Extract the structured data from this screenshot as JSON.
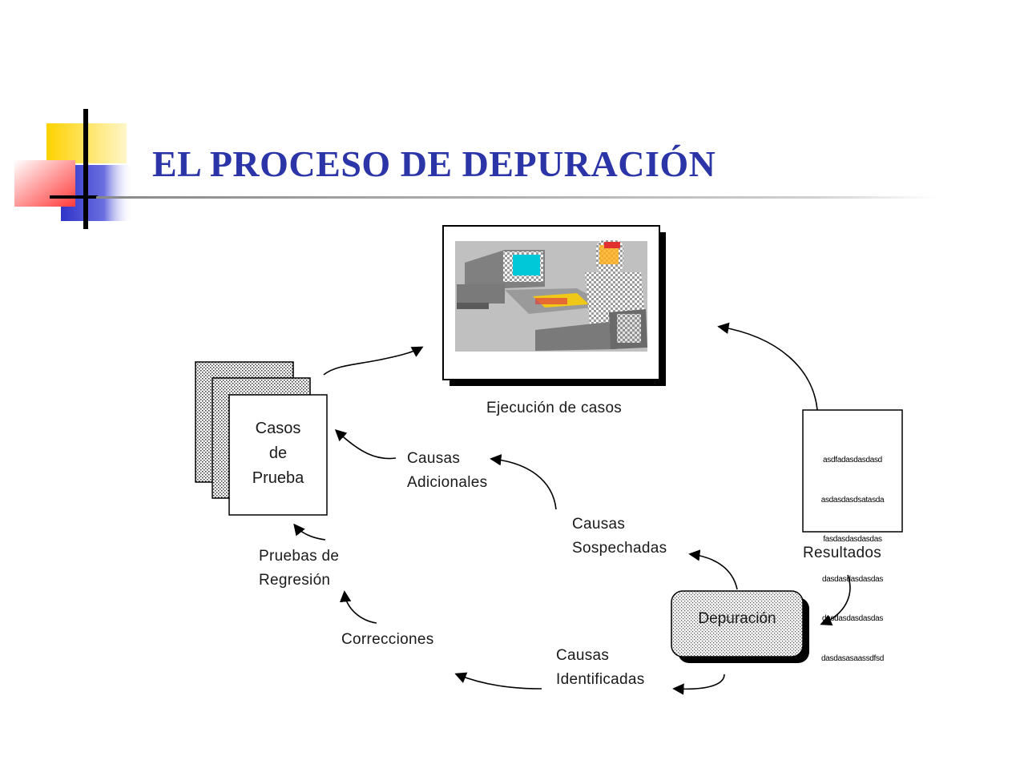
{
  "title": "EL PROCESO DE DEPURACIÓN",
  "nodes": {
    "ejecucion_label": "Ejecución de casos",
    "casos": [
      "Casos",
      "de",
      "Prueba"
    ],
    "resultados_label": "Resultados",
    "resultados_lines": [
      "asdfadasdasdasd",
      "asdasdasdsatasda",
      "fasdasdasdasdas",
      "dasdasdasdasdas",
      "dasdasdasdasdas",
      "dasdasasaassdfsd"
    ],
    "depuracion_label": "Depuración",
    "causas_adicionales": [
      "Causas",
      "Adicionales"
    ],
    "causas_sospechadas": [
      "Causas",
      "Sospechadas"
    ],
    "causas_identificadas": [
      "Causas",
      "Identificadas"
    ],
    "correcciones": "Correcciones",
    "pruebas_regresion": [
      "Pruebas de",
      "Regresión"
    ]
  },
  "colors": {
    "title": "#2b35a8",
    "deco_yellow": "#ffd200",
    "deco_blue": "#3334c8",
    "deco_red": "#ff4a4a",
    "monitor_screen": "#00c8d8"
  }
}
